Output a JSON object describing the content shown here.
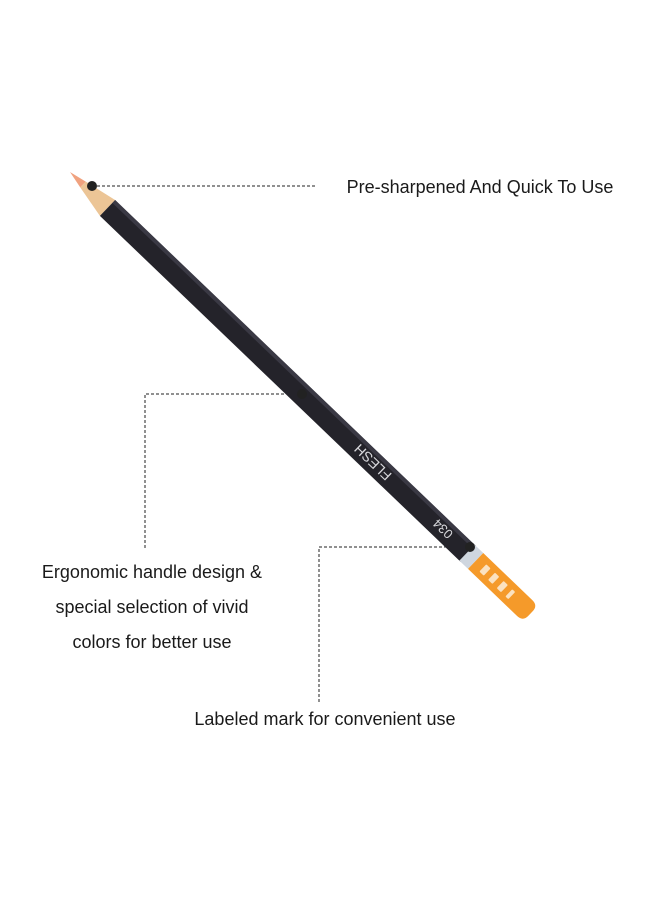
{
  "callouts": {
    "tip": {
      "text": "Pre-sharpened And Quick To Use"
    },
    "handle": {
      "lines": [
        "Ergonomic handle design &",
        "special selection of vivid",
        "colors for better use"
      ]
    },
    "label": {
      "text": "Labeled mark for convenient use"
    }
  },
  "pencil": {
    "name": "FLESH",
    "number": "034",
    "colors": {
      "body": "#24232a",
      "cap": "#f59a2a",
      "wood": "#ecc596",
      "lead": "#f0a27f",
      "ferrule": "#cfd6df",
      "callout": "#222222"
    }
  }
}
